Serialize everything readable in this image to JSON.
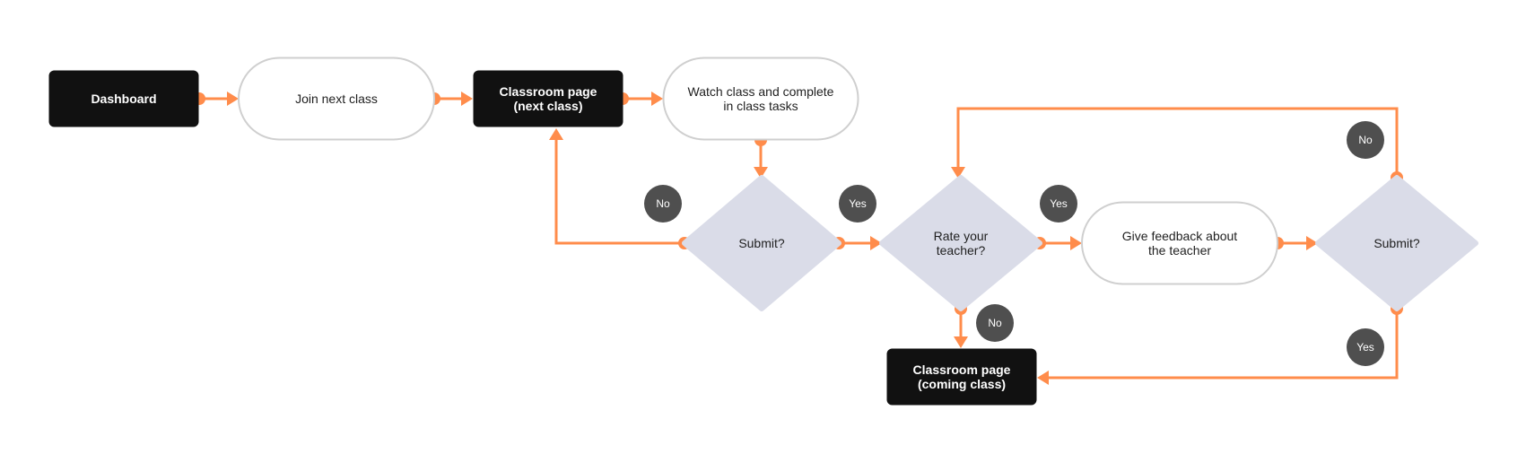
{
  "diagram": {
    "type": "flowchart",
    "colors": {
      "connector": "#ff8c4b",
      "dark_node_fill": "#111111",
      "pill_stroke": "#cfcfcf",
      "decision_fill": "#dadce8",
      "badge_fill": "#4f4f4f"
    },
    "nodes": [
      {
        "id": "dashboard",
        "kind": "screen",
        "lines": [
          "Dashboard"
        ]
      },
      {
        "id": "join",
        "kind": "action",
        "lines": [
          "Join next class"
        ]
      },
      {
        "id": "classroom_next",
        "kind": "screen",
        "lines": [
          "Classroom page",
          "(next class)"
        ]
      },
      {
        "id": "watch",
        "kind": "action",
        "lines": [
          "Watch class and complete",
          "in class tasks"
        ]
      },
      {
        "id": "submit1",
        "kind": "decision",
        "lines": [
          "Submit?"
        ]
      },
      {
        "id": "rate",
        "kind": "decision",
        "lines": [
          "Rate your",
          "teacher?"
        ]
      },
      {
        "id": "feedback",
        "kind": "action",
        "lines": [
          "Give feedback about",
          "the teacher"
        ]
      },
      {
        "id": "submit2",
        "kind": "decision",
        "lines": [
          "Submit?"
        ]
      },
      {
        "id": "classroom_coming",
        "kind": "screen",
        "lines": [
          "Classroom page",
          "(coming class)"
        ]
      }
    ],
    "edges": [
      {
        "from": "dashboard",
        "to": "join",
        "label": ""
      },
      {
        "from": "join",
        "to": "classroom_next",
        "label": ""
      },
      {
        "from": "classroom_next",
        "to": "watch",
        "label": ""
      },
      {
        "from": "watch",
        "to": "submit1",
        "label": ""
      },
      {
        "from": "submit1",
        "to": "classroom_next",
        "label": "No"
      },
      {
        "from": "submit1",
        "to": "rate",
        "label": "Yes"
      },
      {
        "from": "rate",
        "to": "feedback",
        "label": "Yes"
      },
      {
        "from": "rate",
        "to": "classroom_coming",
        "label": "No"
      },
      {
        "from": "feedback",
        "to": "submit2",
        "label": ""
      },
      {
        "from": "submit2",
        "to": "rate",
        "label": "No"
      },
      {
        "from": "submit2",
        "to": "classroom_coming",
        "label": "Yes"
      }
    ]
  }
}
